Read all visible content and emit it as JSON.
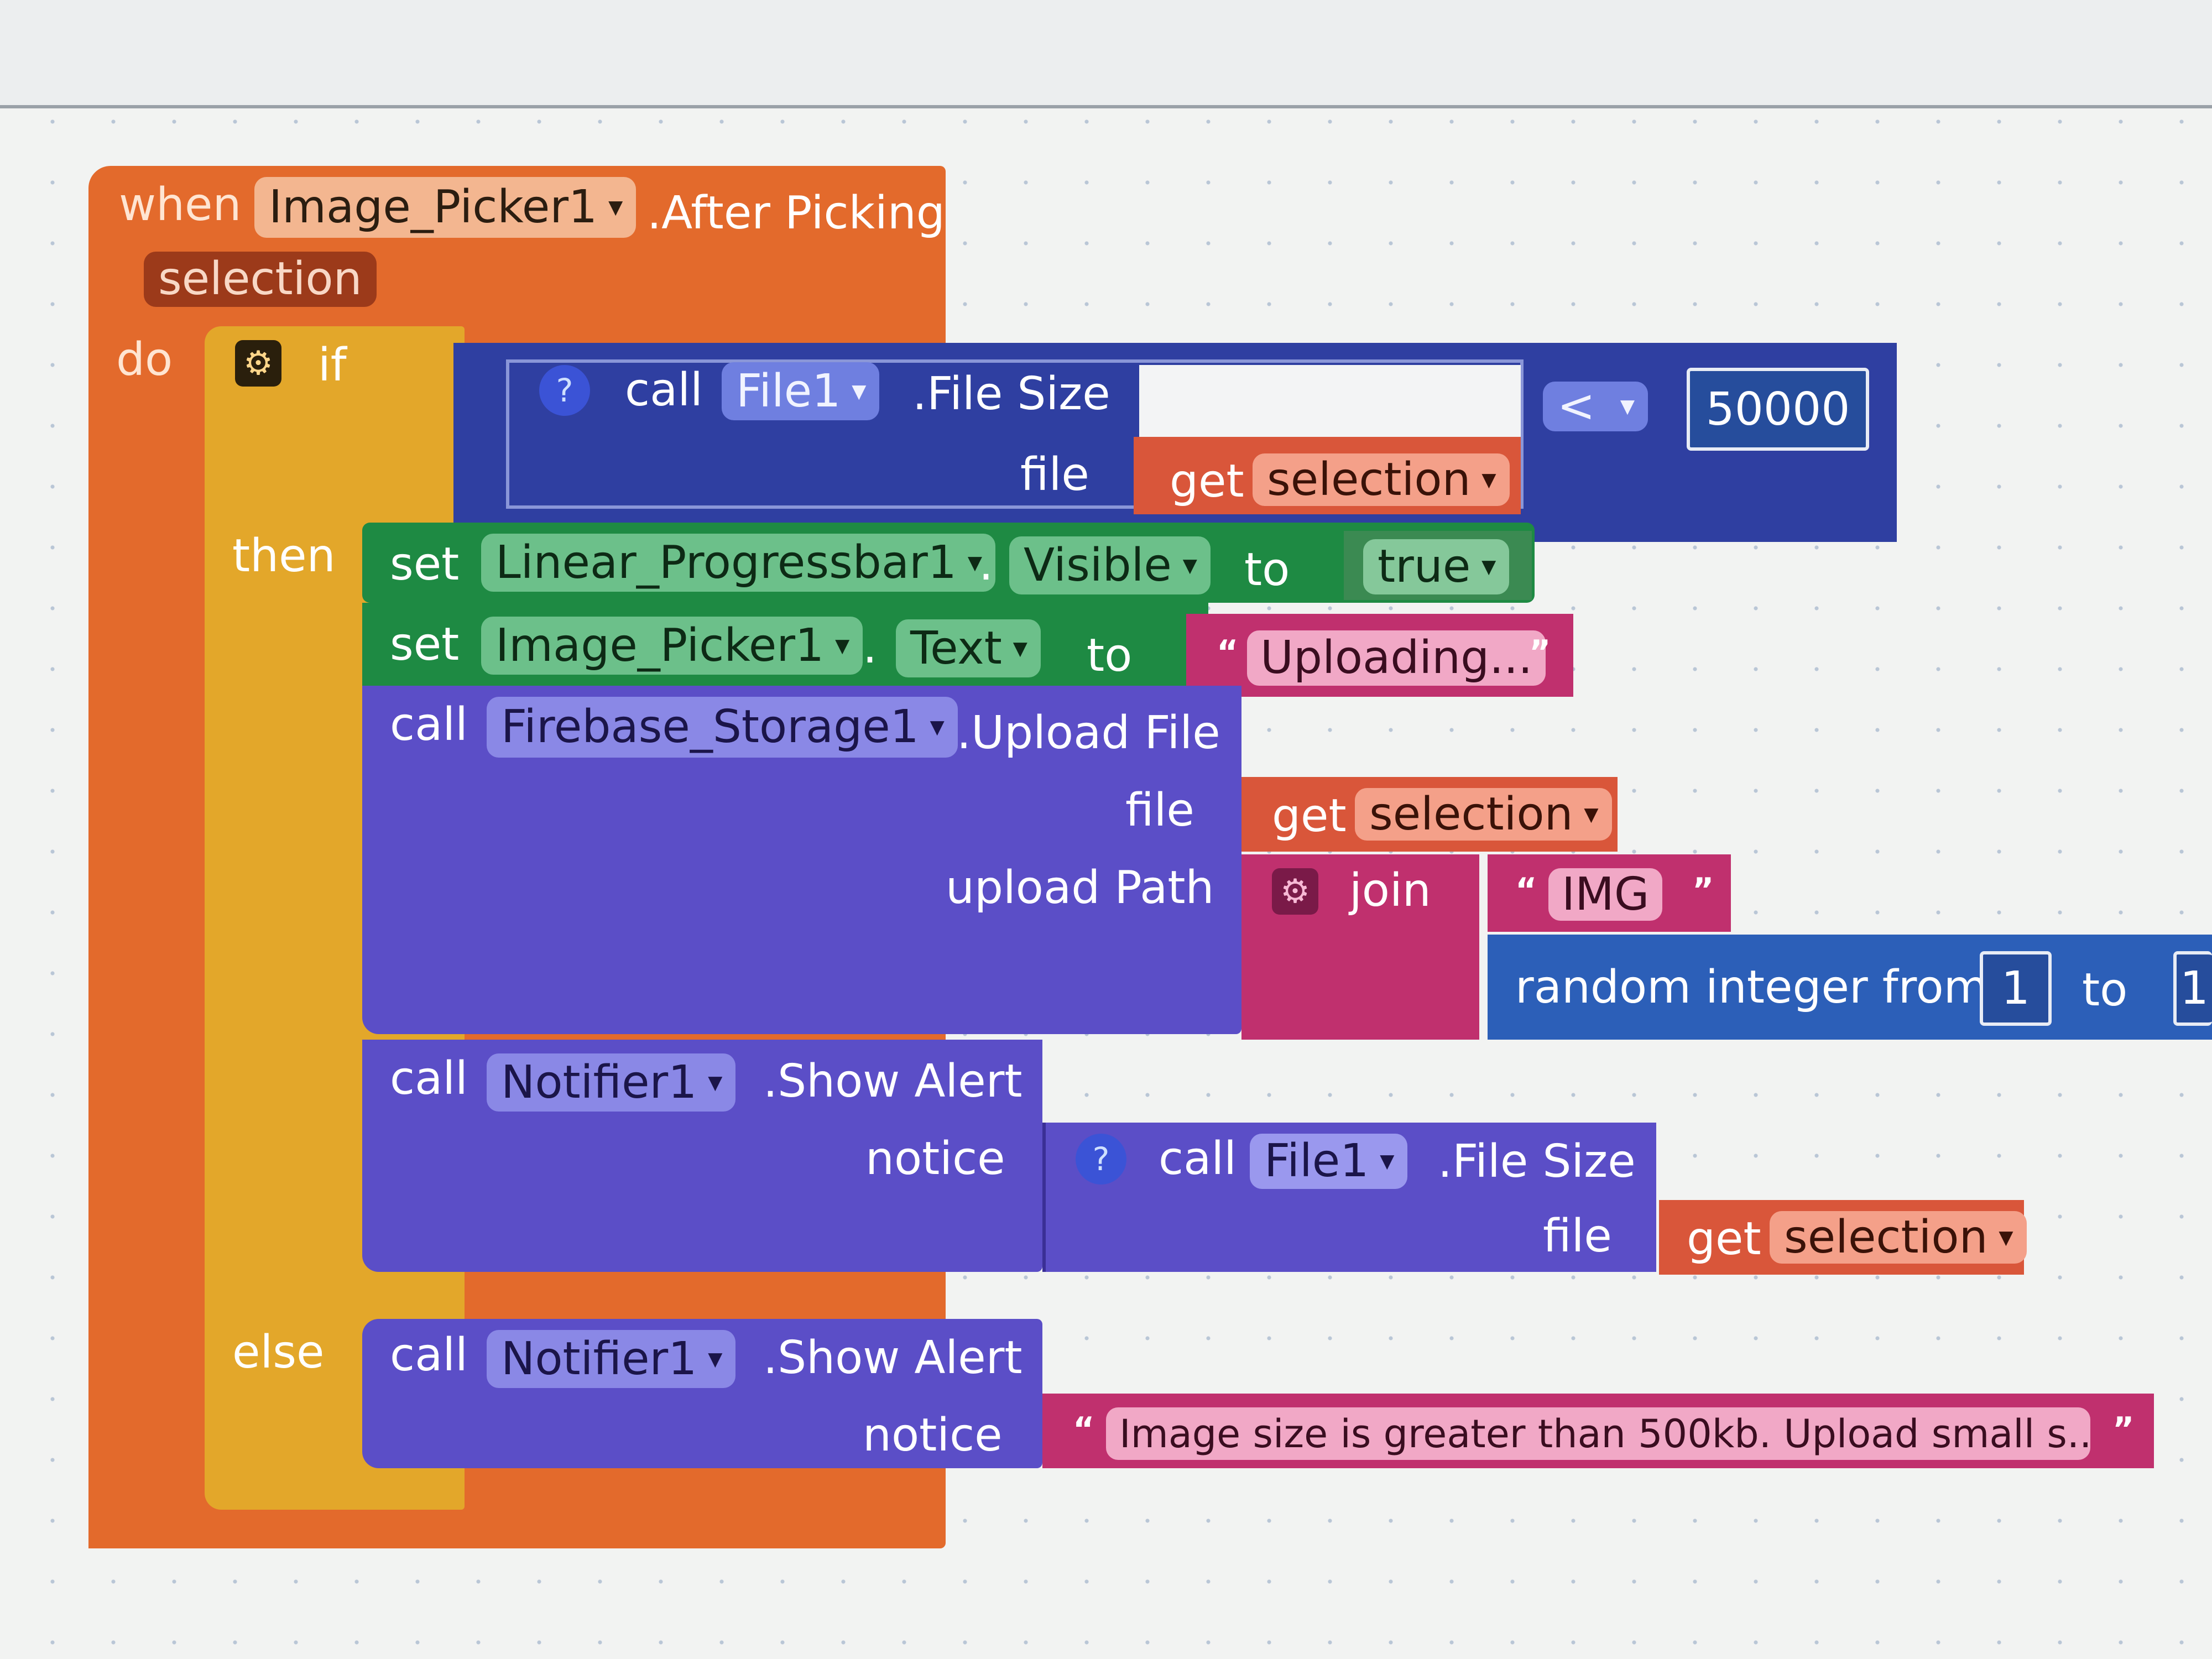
{
  "event": {
    "when": "when",
    "component": "Image_Picker1",
    "event_name": ".After Picking",
    "param": "selection",
    "do": "do"
  },
  "if_block": {
    "if": "if",
    "then": "then",
    "else": "else"
  },
  "condition": {
    "call": "call",
    "component": "File1",
    "method": ".File Size",
    "file_label": "file",
    "get": "get",
    "var": "selection",
    "operator": "<",
    "value": "50000"
  },
  "set1": {
    "set": "set",
    "component": "Linear_Progressbar1",
    "dot": ".",
    "property": "Visible",
    "to": "to",
    "value": "true"
  },
  "set2": {
    "set": "set",
    "component": "Image_Picker1",
    "dot": ".",
    "property": "Text",
    "to": "to",
    "value": "Uploading..."
  },
  "upload": {
    "call": "call",
    "component": "Firebase_Storage1",
    "method": ".Upload File",
    "file_label": "file",
    "get": "get",
    "var": "selection",
    "path_label": "upload Path",
    "join": "join",
    "prefix": "IMG",
    "random_label": "random integer from",
    "from_value": "1",
    "to": "to",
    "to_value_partial": "1"
  },
  "alert1": {
    "call": "call",
    "component": "Notifier1",
    "method": ".Show Alert",
    "notice_label": "notice",
    "inner_call": "call",
    "inner_component": "File1",
    "inner_method": ".File Size",
    "file_label": "file",
    "get": "get",
    "var": "selection"
  },
  "alert2": {
    "call": "call",
    "component": "Notifier1",
    "method": ".Show Alert",
    "notice_label": "notice",
    "message": "Image size is greater than 500kb. Upload small s..."
  },
  "colors": {
    "event": "#e36a2c",
    "control": "#e3a72a",
    "component_method": "#2f3fa1",
    "call": "#5b4ec7",
    "setter": "#1e8a43",
    "variable_get": "#d9563a",
    "text": "#c0306e",
    "math": "#2c5fb8"
  },
  "icons": {
    "mutator": "gear-icon",
    "help": "question-icon",
    "dropdown": "dropdown-arrow-icon",
    "quote": "quote-icon"
  }
}
